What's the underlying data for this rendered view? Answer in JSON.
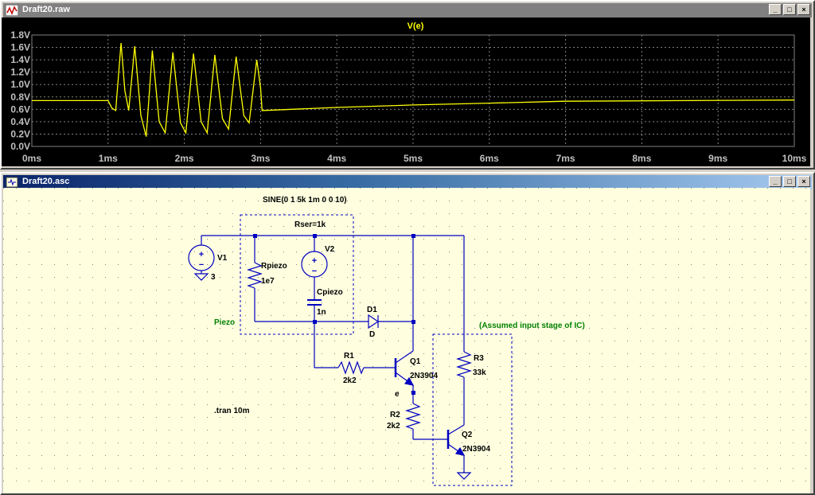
{
  "waveform_window": {
    "title": "Draft20.raw",
    "trace_label": "V(e)",
    "trace_color": "#ffff00"
  },
  "schematic_window": {
    "title": "Draft20.asc",
    "source_spec": "SINE(0 1 5k 1m 0 0 10)",
    "labels": {
      "rser": "Rser=1k",
      "v1": "V1",
      "v1_value": "3",
      "rpiezo": "Rpiezo",
      "rpiezo_value": "1e7",
      "v2": "V2",
      "cpiezo": "Cpiezo",
      "cpiezo_value": "1n",
      "d1": "D1",
      "d1_model": "D",
      "piezo": "Piezo",
      "assumed": "(Assumed input stage of IC)",
      "r1": "R1",
      "r1_value": "2k2",
      "q1": "Q1",
      "q1_model": "2N3904",
      "r3": "R3",
      "r3_value": "33k",
      "net_e": "e",
      "r2": "R2",
      "r2_value": "2k2",
      "q2": "Q2",
      "q2_model": "2N3904",
      "tran": ".tran 10m"
    }
  },
  "window_controls": {
    "minimize": "_",
    "maximize": "□",
    "close": "×"
  },
  "chart_data": {
    "type": "line",
    "title": "V(e)",
    "xlabel": "",
    "ylabel": "",
    "x_ticks": [
      "0ms",
      "1ms",
      "2ms",
      "3ms",
      "4ms",
      "5ms",
      "6ms",
      "7ms",
      "8ms",
      "9ms",
      "10ms"
    ],
    "y_ticks": [
      "0.0V",
      "0.2V",
      "0.4V",
      "0.6V",
      "0.8V",
      "1.0V",
      "1.2V",
      "1.4V",
      "1.6V",
      "1.8V"
    ],
    "xlim": [
      0,
      10
    ],
    "ylim": [
      0,
      1.8
    ],
    "grid": true,
    "series": [
      {
        "name": "V(e)",
        "color": "#ffff00",
        "points": [
          [
            0,
            0.74
          ],
          [
            1.0,
            0.74
          ],
          [
            1.05,
            0.62
          ],
          [
            1.1,
            0.58
          ],
          [
            1.17,
            1.67
          ],
          [
            1.22,
            0.9
          ],
          [
            1.27,
            0.58
          ],
          [
            1.35,
            1.62
          ],
          [
            1.43,
            0.5
          ],
          [
            1.5,
            0.16
          ],
          [
            1.58,
            1.55
          ],
          [
            1.67,
            0.4
          ],
          [
            1.75,
            0.22
          ],
          [
            1.85,
            1.52
          ],
          [
            1.95,
            0.38
          ],
          [
            2.02,
            0.22
          ],
          [
            2.12,
            1.5
          ],
          [
            2.22,
            0.4
          ],
          [
            2.3,
            0.22
          ],
          [
            2.4,
            1.48
          ],
          [
            2.5,
            0.45
          ],
          [
            2.58,
            0.28
          ],
          [
            2.68,
            1.45
          ],
          [
            2.78,
            0.5
          ],
          [
            2.85,
            0.38
          ],
          [
            2.95,
            1.4
          ],
          [
            3.0,
            0.95
          ],
          [
            3.02,
            0.58
          ],
          [
            4.0,
            0.63
          ],
          [
            5.0,
            0.67
          ],
          [
            6.0,
            0.7
          ],
          [
            7.0,
            0.73
          ],
          [
            10.0,
            0.75
          ]
        ]
      }
    ]
  }
}
